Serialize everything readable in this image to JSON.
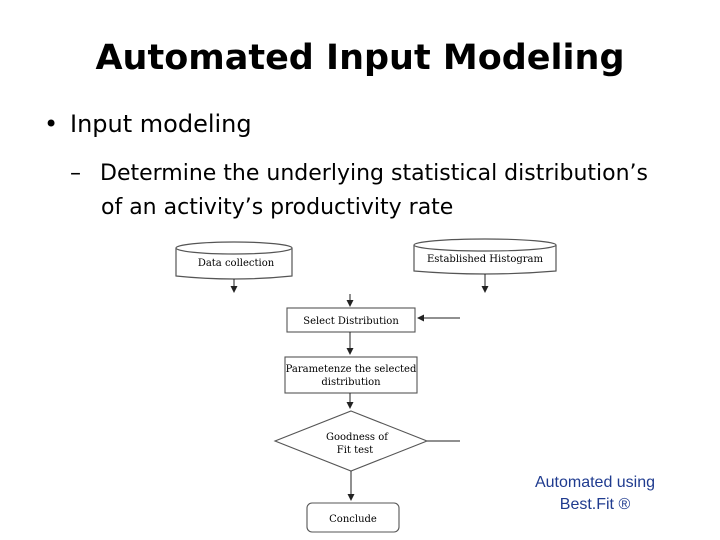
{
  "slide": {
    "title": "Automated Input Modeling",
    "bullet": "Input modeling",
    "sub_bullet_line1": "Determine the underlying statistical distribution’s",
    "sub_bullet_line2": "of an activity’s productivity rate",
    "caption_line1": "Automated using",
    "caption_line2": "Best.Fit ®"
  },
  "diagram": {
    "data_collection": "Data collection",
    "established_histogram": "Established Histogram",
    "select_distribution": "Select Distribution",
    "parameterize_line1": "Parametenze the selected",
    "parameterize_line2": "distribution",
    "goodness_line1": "Goodness of",
    "goodness_line2": "Fit test",
    "conclude": "Conclude"
  }
}
